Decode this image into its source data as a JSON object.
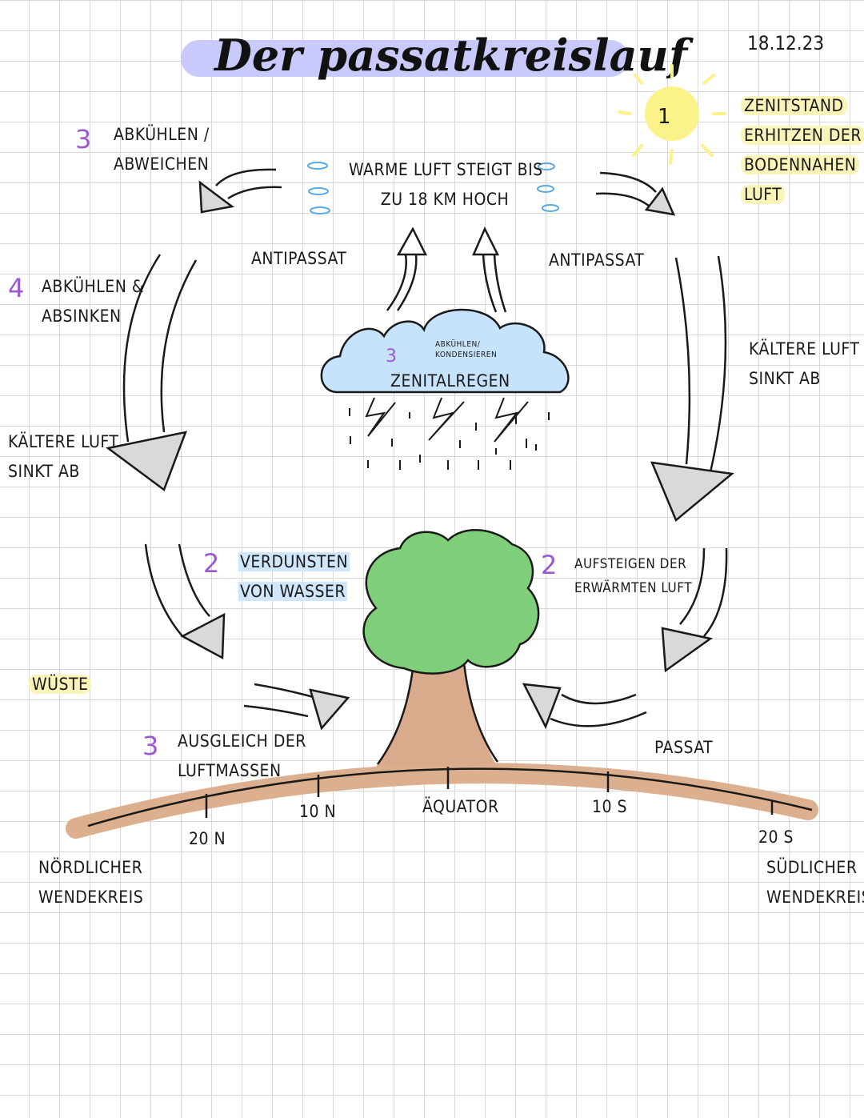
{
  "header": {
    "title": "Der passatkreislauf",
    "date": "18.12.23"
  },
  "sun": {
    "number": "1"
  },
  "step1": {
    "lines": [
      "ZENITSTAND",
      "ERHITZEN DER",
      "BODENNAHEN",
      "LUFT"
    ]
  },
  "step3_top": {
    "number": "3",
    "lines": [
      "ABKÜHLEN /",
      "ABWEICHEN"
    ]
  },
  "rising": {
    "lines": [
      "WARME LUFT STEIGT BIS",
      "ZU 18 KM HOCH"
    ]
  },
  "antipassat_left": "ANTIPASSAT",
  "antipassat_right": "ANTIPASSAT",
  "step4": {
    "number": "4",
    "lines": [
      "ABKÜHLEN &",
      "ABSINKEN"
    ]
  },
  "cloud": {
    "number": "3",
    "small_lines": [
      "ABKÜHLEN/",
      "KONDENSIEREN"
    ],
    "label": "ZENITALREGEN"
  },
  "sinking_right": {
    "lines": [
      "KÄLTERE LUFT",
      "SINKT AB"
    ]
  },
  "sinking_left": {
    "lines": [
      "KÄLTERE LUFT",
      "SINKT AB"
    ]
  },
  "step2_left": {
    "number": "2",
    "lines": [
      "VERDUNSTEN",
      "VON WASSER"
    ]
  },
  "step2_right": {
    "number": "2",
    "lines": [
      "AUFSTEIGEN DER",
      "ERWÄRMTEN LUFT"
    ]
  },
  "desert": "WÜSTE",
  "step3_bottom": {
    "number": "3",
    "lines": [
      "AUSGLEICH DER",
      "LUFTMASSEN"
    ]
  },
  "passat": "PASSAT",
  "ground": {
    "ticks": [
      "20 N",
      "10 N",
      "ÄQUATOR",
      "10 S",
      "20 S"
    ],
    "left_end": [
      "NÖRDLICHER",
      "WENDEKREIS"
    ],
    "right_end": [
      "SÜDLICHER",
      "WENDEKREIS"
    ]
  },
  "colors": {
    "title_highlight": "#c9c9fb",
    "number_purple": "#9b59d0",
    "yellow_highlight": "#fbf4b8",
    "blue_highlight": "#cfe6fb",
    "cloud_blue": "#c7e2fb",
    "tree_green": "#7fce79",
    "trunk_brown": "#d9ab8c",
    "sun_yellow": "#fbf28a"
  }
}
